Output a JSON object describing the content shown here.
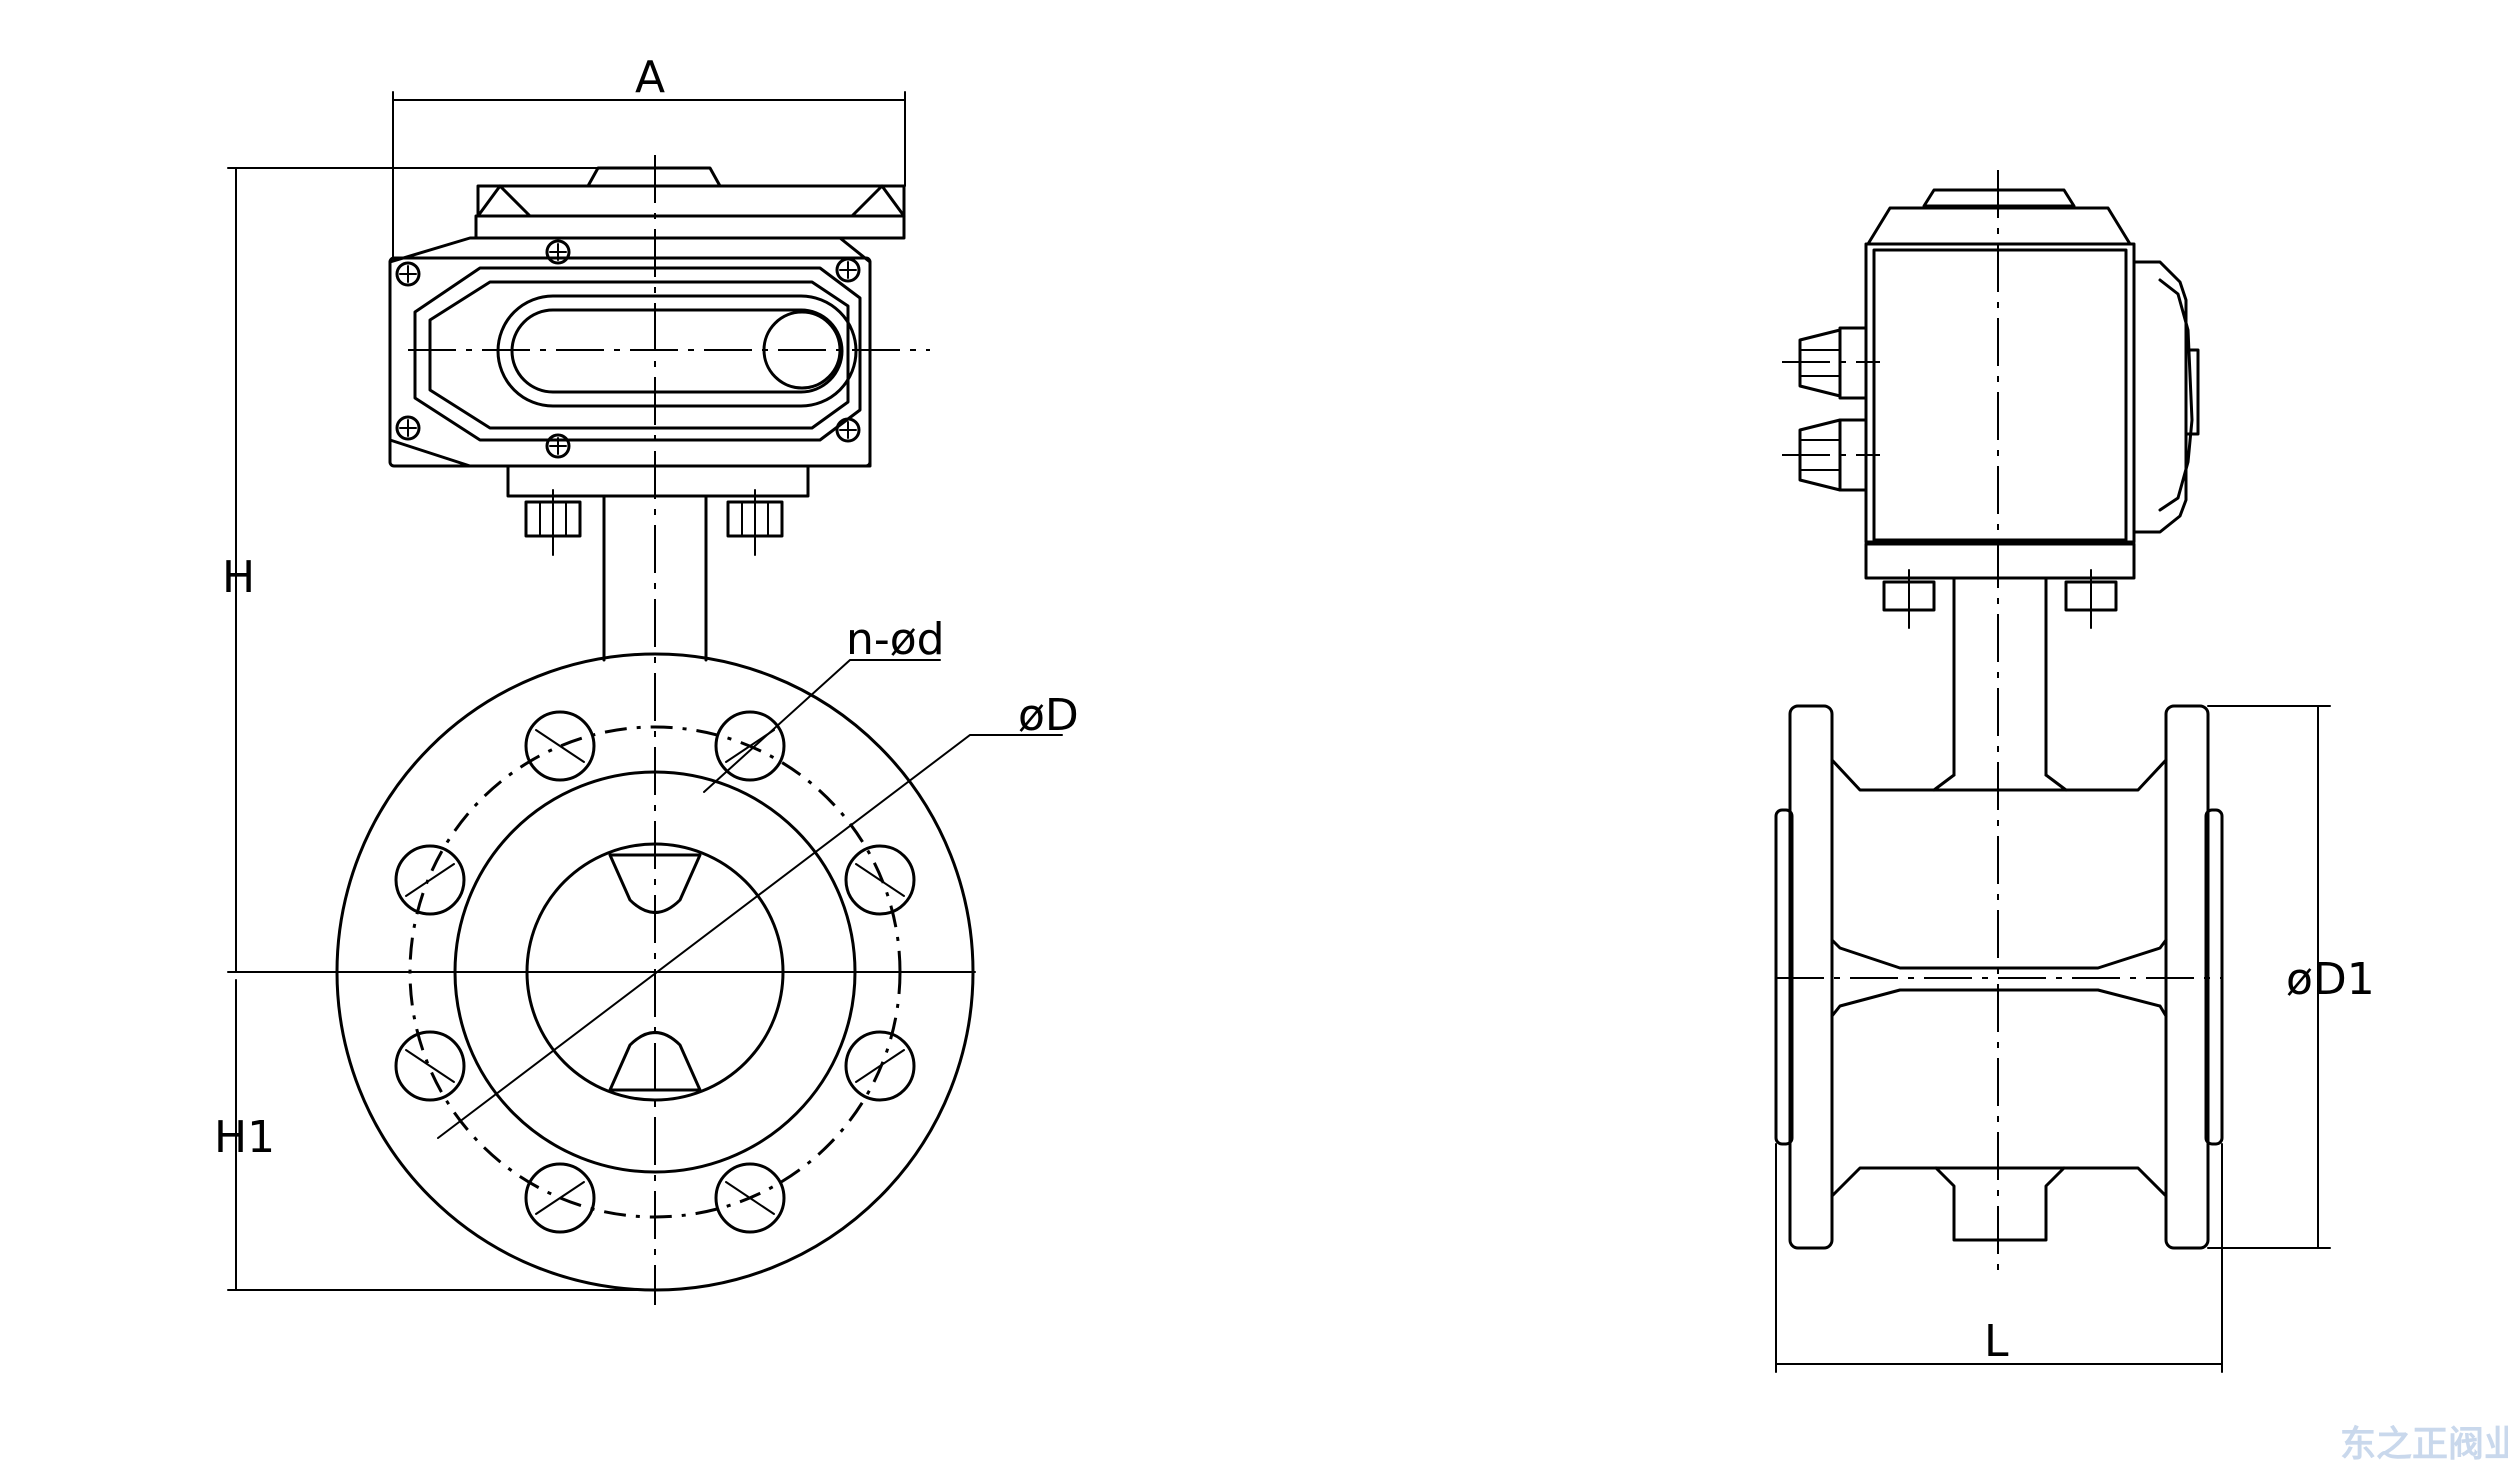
{
  "dimensions": {
    "A": "A",
    "H": "H",
    "H1": "H1",
    "n_d": "n-ød",
    "D": "øD",
    "D1": "øD1",
    "L": "L"
  },
  "watermark": "东之正阀业"
}
